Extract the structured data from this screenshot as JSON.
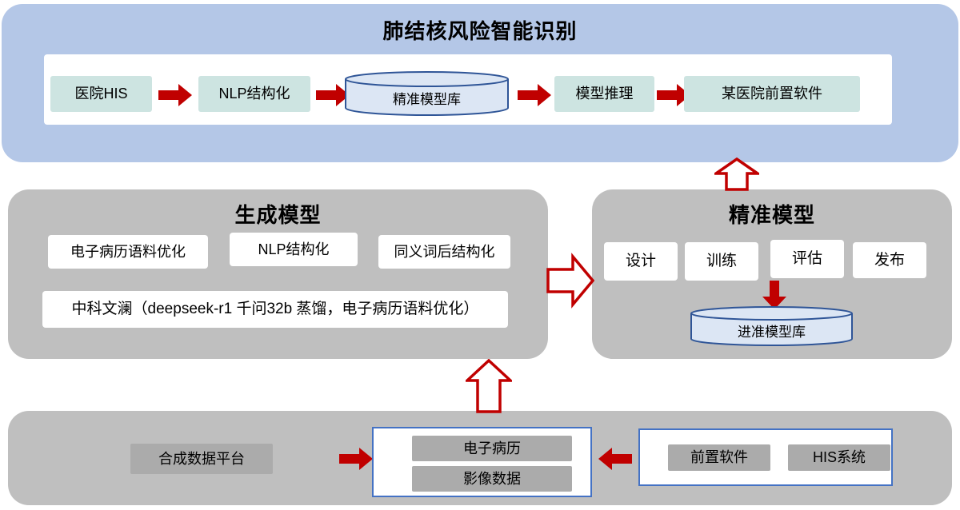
{
  "colors": {
    "section_blue": "#b4c7e7",
    "section_gray": "#bfbfbf",
    "node_teal": "#cde4e1",
    "node_gray": "#ababab",
    "cylinder_fill": "#dce6f4",
    "cylinder_border": "#2f5597",
    "arrow_red": "#c00000",
    "frame_blue": "#4472c4"
  },
  "top_section": {
    "title": "肺结核风险智能识别",
    "nodes": {
      "his": "医院HIS",
      "nlp": "NLP结构化",
      "model_db": "精准模型库",
      "inference": "模型推理",
      "hospital_software": "某医院前置软件"
    }
  },
  "generate_model": {
    "title": "生成模型",
    "items": [
      "电子病历语料优化",
      "NLP结构化",
      "同义词后结构化"
    ],
    "wide_item": "中科文澜（deepseek-r1 千问32b 蒸馏，电子病历语料优化）"
  },
  "precise_model": {
    "title": "精准模型",
    "steps": [
      "设计",
      "训练",
      "评估",
      "发布"
    ],
    "db": "进准模型库"
  },
  "data_section": {
    "platform": "合成数据平台",
    "emr": "电子病历",
    "imaging": "影像数据",
    "front_software": "前置软件",
    "his_system": "HIS系统"
  }
}
